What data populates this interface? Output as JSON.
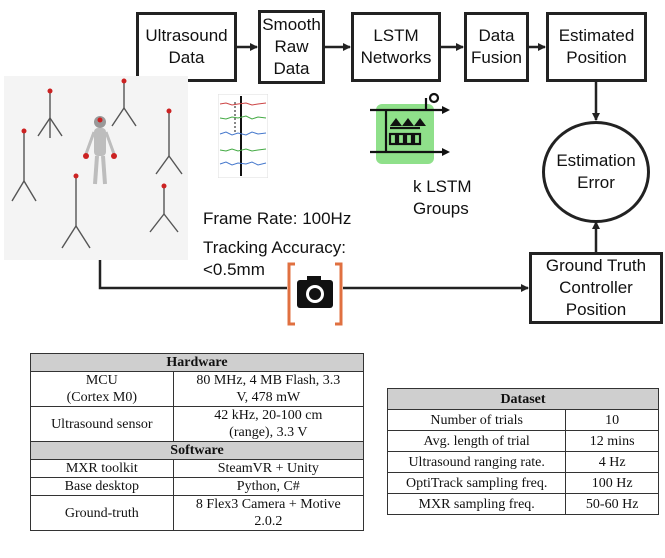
{
  "flow": {
    "ultrasound_data": "Ultrasound\nData",
    "smooth_raw_data": "Smooth\nRaw\nData",
    "lstm_networks": "LSTM\nNetworks",
    "data_fusion": "Data\nFusion",
    "estimated_position": "Estimated\nPosition",
    "estimation_error": "Estimation\nError",
    "ground_truth": "Ground Truth\nController\nPosition",
    "lstm_groups": "k LSTM\nGroups",
    "frame_rate": "Frame Rate: 100Hz",
    "tracking_accuracy": "Tracking Accuracy:\n<0.5mm"
  },
  "hardware_table": {
    "hardware_header": "Hardware",
    "software_header": "Software",
    "hardware_rows": [
      {
        "label": "MCU\n(Cortex M0)",
        "value": "80 MHz, 4 MB Flash, 3.3\nV, 478 mW"
      },
      {
        "label": "Ultrasound sensor",
        "value": "42 kHz, 20-100 cm\n(range), 3.3 V"
      }
    ],
    "software_rows": [
      {
        "label": "MXR toolkit",
        "value": "SteamVR + Unity"
      },
      {
        "label": "Base desktop",
        "value": "Python, C#"
      },
      {
        "label": "Ground-truth",
        "value": "8 Flex3 Camera + Motive\n2.0.2"
      }
    ]
  },
  "dataset_table": {
    "header": "Dataset",
    "rows": [
      {
        "label": "Number of trials",
        "value": "10"
      },
      {
        "label": "Avg. length of trial",
        "value": "12 mins"
      },
      {
        "label": "Ultrasound ranging rate.",
        "value": "4 Hz"
      },
      {
        "label": "OptiTrack sampling freq.",
        "value": "100 Hz"
      },
      {
        "label": "MXR sampling freq.",
        "value": "50-60 Hz"
      }
    ]
  }
}
